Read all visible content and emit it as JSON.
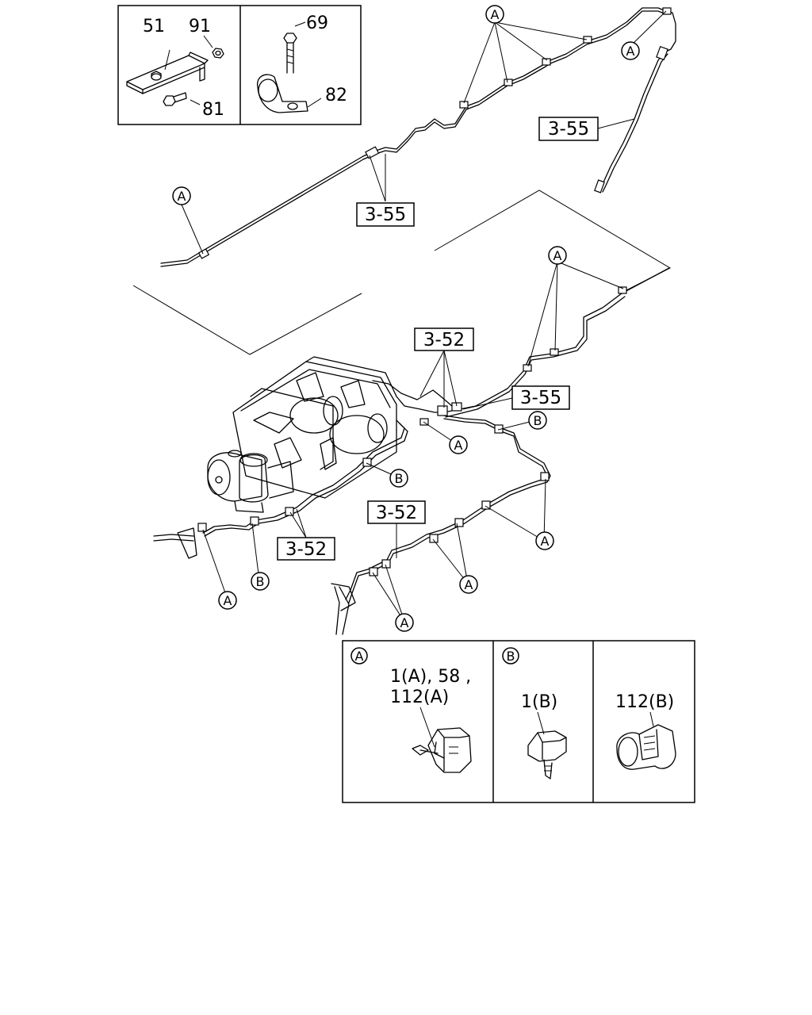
{
  "inset_top_left": {
    "parts": [
      "51",
      "91",
      "81"
    ]
  },
  "inset_top_right": {
    "parts": [
      "69",
      "82"
    ]
  },
  "refs": {
    "r355_top_right": "3-55",
    "r355_mid": "3-55",
    "r352_upper": "3-52",
    "r355_right": "3-55",
    "r352_lower_left": "3-52",
    "r352_lower_right": "3-52"
  },
  "callouts": {
    "a": "A",
    "b": "B"
  },
  "legend": {
    "a_header": "A",
    "a_line1": "1(A), 58 ,",
    "a_line2": "112(A)",
    "b_header": "B",
    "b_label": "1(B)",
    "c_label": "112(B)"
  }
}
